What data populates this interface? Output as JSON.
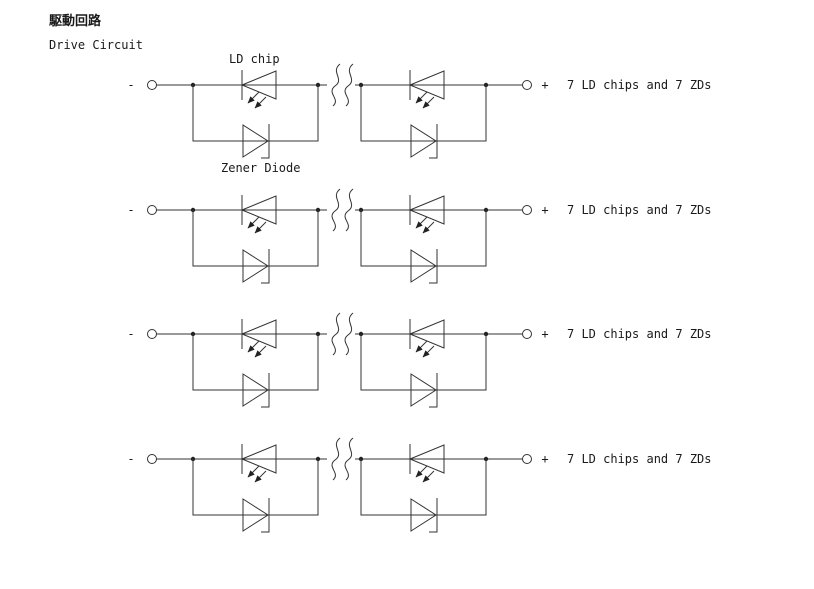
{
  "title": {
    "jp": "駆動回路",
    "en": "Drive Circuit"
  },
  "labels": {
    "ld_chip": "LD chip",
    "zener_diode": "Zener Diode"
  },
  "rows": [
    {
      "minus": "-",
      "plus": "+",
      "note": "7 LD chips and 7 ZDs"
    },
    {
      "minus": "-",
      "plus": "+",
      "note": "7 LD chips and 7 ZDs"
    },
    {
      "minus": "-",
      "plus": "+",
      "note": "7 LD chips and 7 ZDs"
    },
    {
      "minus": "-",
      "plus": "+",
      "note": "7 LD chips and 7 ZDs"
    }
  ],
  "colors": {
    "line": "#333333",
    "text": "#1a1a1a",
    "background": "#ffffff"
  }
}
